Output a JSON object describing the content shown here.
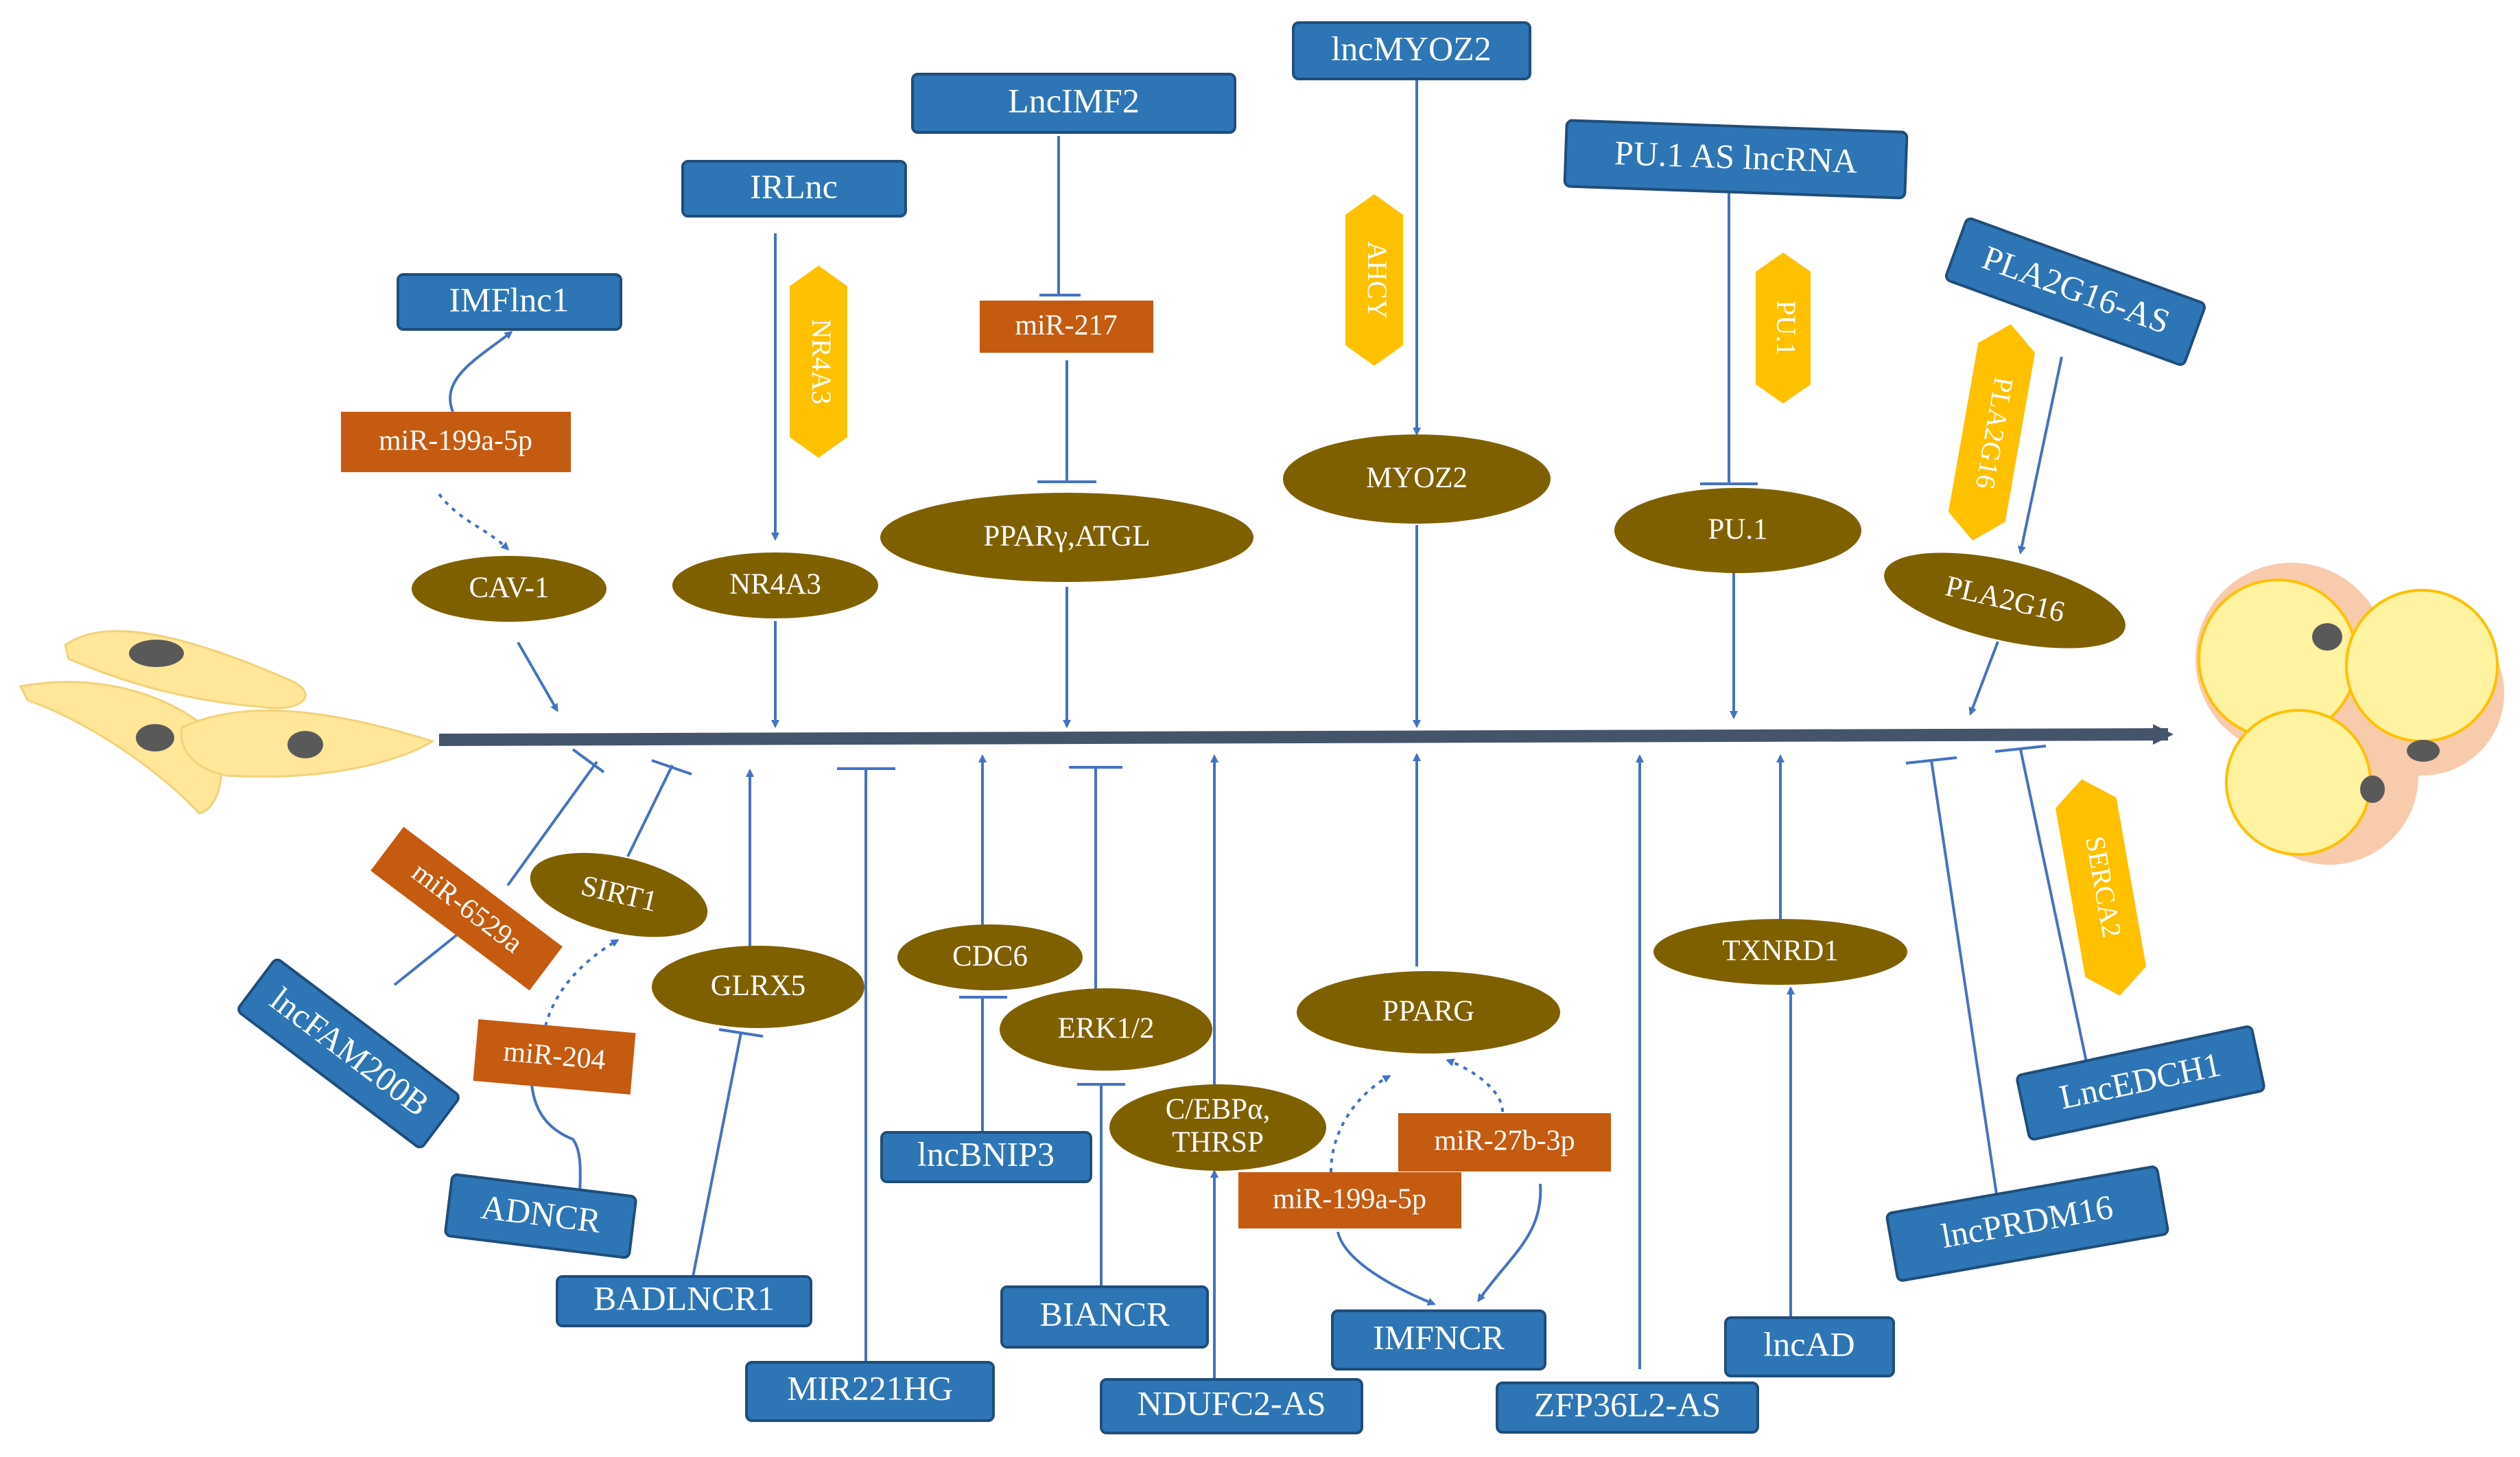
{
  "colors": {
    "lncrna_box": "#2E75B6",
    "lncrna_border": "#1F4E79",
    "mirna_box": "#C55A11",
    "gene_node": "#7F6000",
    "protein_hex": "#FFC000",
    "arrow": "#4472C4",
    "axis": "#44546A",
    "cell": "#FFE699",
    "adipocyte_outer": "#F8CBAD",
    "adipocyte_inner": "#FFF2A0",
    "nucleus": "#595959"
  },
  "lncrnas": {
    "IMFlnc1": "IMFlnc1",
    "IRLnc": "IRLnc",
    "LncIMF2": "LncIMF2",
    "lncMYOZ2": "lncMYOZ2",
    "PU1AS": "PU.1 AS lncRNA",
    "PLA2G16AS": "PLA2G16-AS",
    "lncFAM200B": "lncFAM200B",
    "ADNCR": "ADNCR",
    "BADLNCR1": "BADLNCR1",
    "MIR221HG": "MIR221HG",
    "lncBNIP3": "lncBNIP3",
    "BIANCR": "BIANCR",
    "NDUFC2AS": "NDUFC2-AS",
    "IMFNCR": "IMFNCR",
    "ZFP36L2AS": "ZFP36L2-AS",
    "lncAD": "lncAD",
    "lncPRDM16": "lncPRDM16",
    "LncEDCH1": "LncEDCH1"
  },
  "mirnas": {
    "miR199a_top": "miR-199a-5p",
    "miR217": "miR-217",
    "miR6529a": "miR-6529a",
    "miR204": "miR-204",
    "miR199a_bottom": "miR-199a-5p",
    "miR27b": "miR-27b-3p"
  },
  "genes": {
    "CAV1": "CAV-1",
    "NR4A3": "NR4A3",
    "PPARG_ATGL": "PPARγ,ATGL",
    "MYOZ2": "MYOZ2",
    "PU1": "PU.1",
    "PLA2G16": "PLA2G16",
    "SIRT1": "SIRT1",
    "GLRX5": "GLRX5",
    "CDC6": "CDC6",
    "ERK12": "ERK1/2",
    "CEBPA_line1": "C/EBPα,",
    "CEBPA_line2": "THRSP",
    "PPARG": "PPARG",
    "TXNRD1": "TXNRD1"
  },
  "proteins": {
    "NR4A3": "NR4A3",
    "AHCY": "AHCY",
    "PU1": "PU.1",
    "PLA2G16": "PLA2G16",
    "SERCA2": "SERCA2"
  }
}
